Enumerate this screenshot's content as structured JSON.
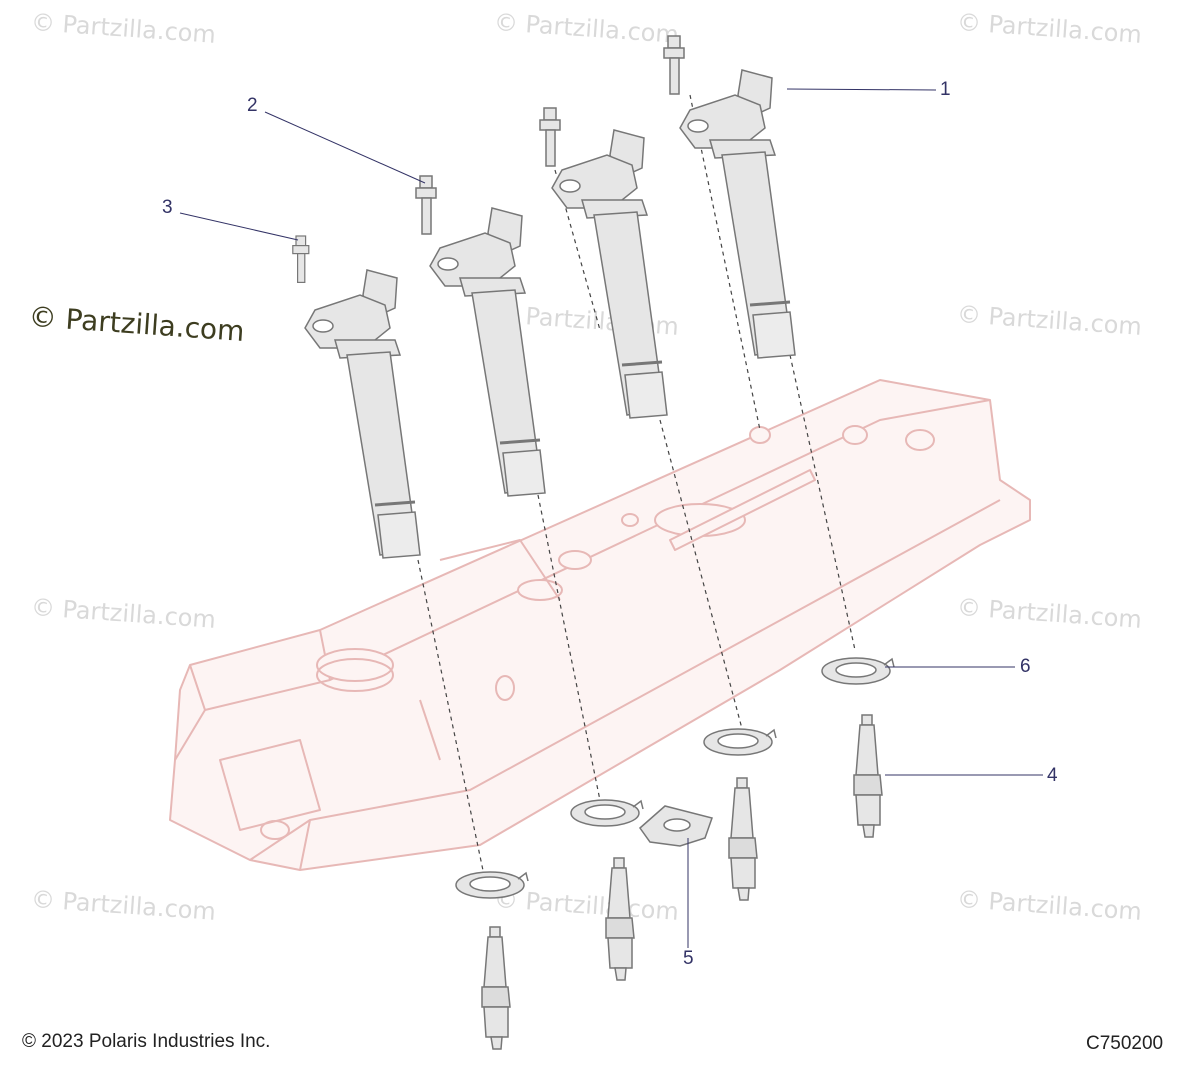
{
  "watermark_text": "© Partzilla.com",
  "copyright": "© 2023 Polaris Industries Inc.",
  "diagram_code": "C750200",
  "colors": {
    "cover_stroke": "#e7b8b6",
    "cover_fill": "#fdf4f3",
    "part_fill": "#e6e6e6",
    "part_stroke": "#777777",
    "callout": "#333366"
  },
  "callouts": [
    {
      "label": "1"
    },
    {
      "label": "2"
    },
    {
      "label": "3"
    },
    {
      "label": "4"
    },
    {
      "label": "5"
    },
    {
      "label": "6"
    }
  ]
}
